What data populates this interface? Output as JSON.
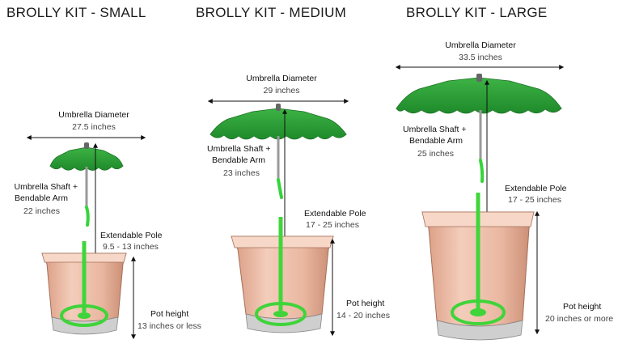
{
  "kits": [
    {
      "title": "BROLLY KIT - SMALL",
      "diameter_label": "Umbrella Diameter",
      "diameter_value": "27.5 inches",
      "shaft_label_1": "Umbrella Shaft +",
      "shaft_label_2": "Bendable Arm",
      "shaft_value": "22 inches",
      "pole_label": "Extendable Pole",
      "pole_value": "9.5 - 13 inches",
      "pot_label": "Pot height",
      "pot_value": "13 inches or less"
    },
    {
      "title": "BROLLY KIT - MEDIUM",
      "diameter_label": "Umbrella Diameter",
      "diameter_value": "29 inches",
      "shaft_label_1": "Umbrella Shaft +",
      "shaft_label_2": "Bendable Arm",
      "shaft_value": "23 inches",
      "pole_label": "Extendable Pole",
      "pole_value": "17 - 25 inches",
      "pot_label": "Pot height",
      "pot_value": "14 - 20 inches"
    },
    {
      "title": "BROLLY KIT - LARGE",
      "diameter_label": "Umbrella Diameter",
      "diameter_value": "33.5 inches",
      "shaft_label_1": "Umbrella Shaft +",
      "shaft_label_2": "Bendable Arm",
      "shaft_value": "25 inches",
      "pole_label": "Extendable Pole",
      "pole_value": "17 - 25 inches",
      "pot_label": "Pot height",
      "pot_value": "20 inches or more"
    }
  ],
  "colors": {
    "canopy_green": "#2fa63a",
    "canopy_green_light": "#55c95a",
    "canopy_grey": "#b9b9b9",
    "pole_green": "#3fd43a",
    "pot_terracotta": "#e9b8a2",
    "pot_shadow": "#c98f78",
    "arrow": "#111111"
  }
}
